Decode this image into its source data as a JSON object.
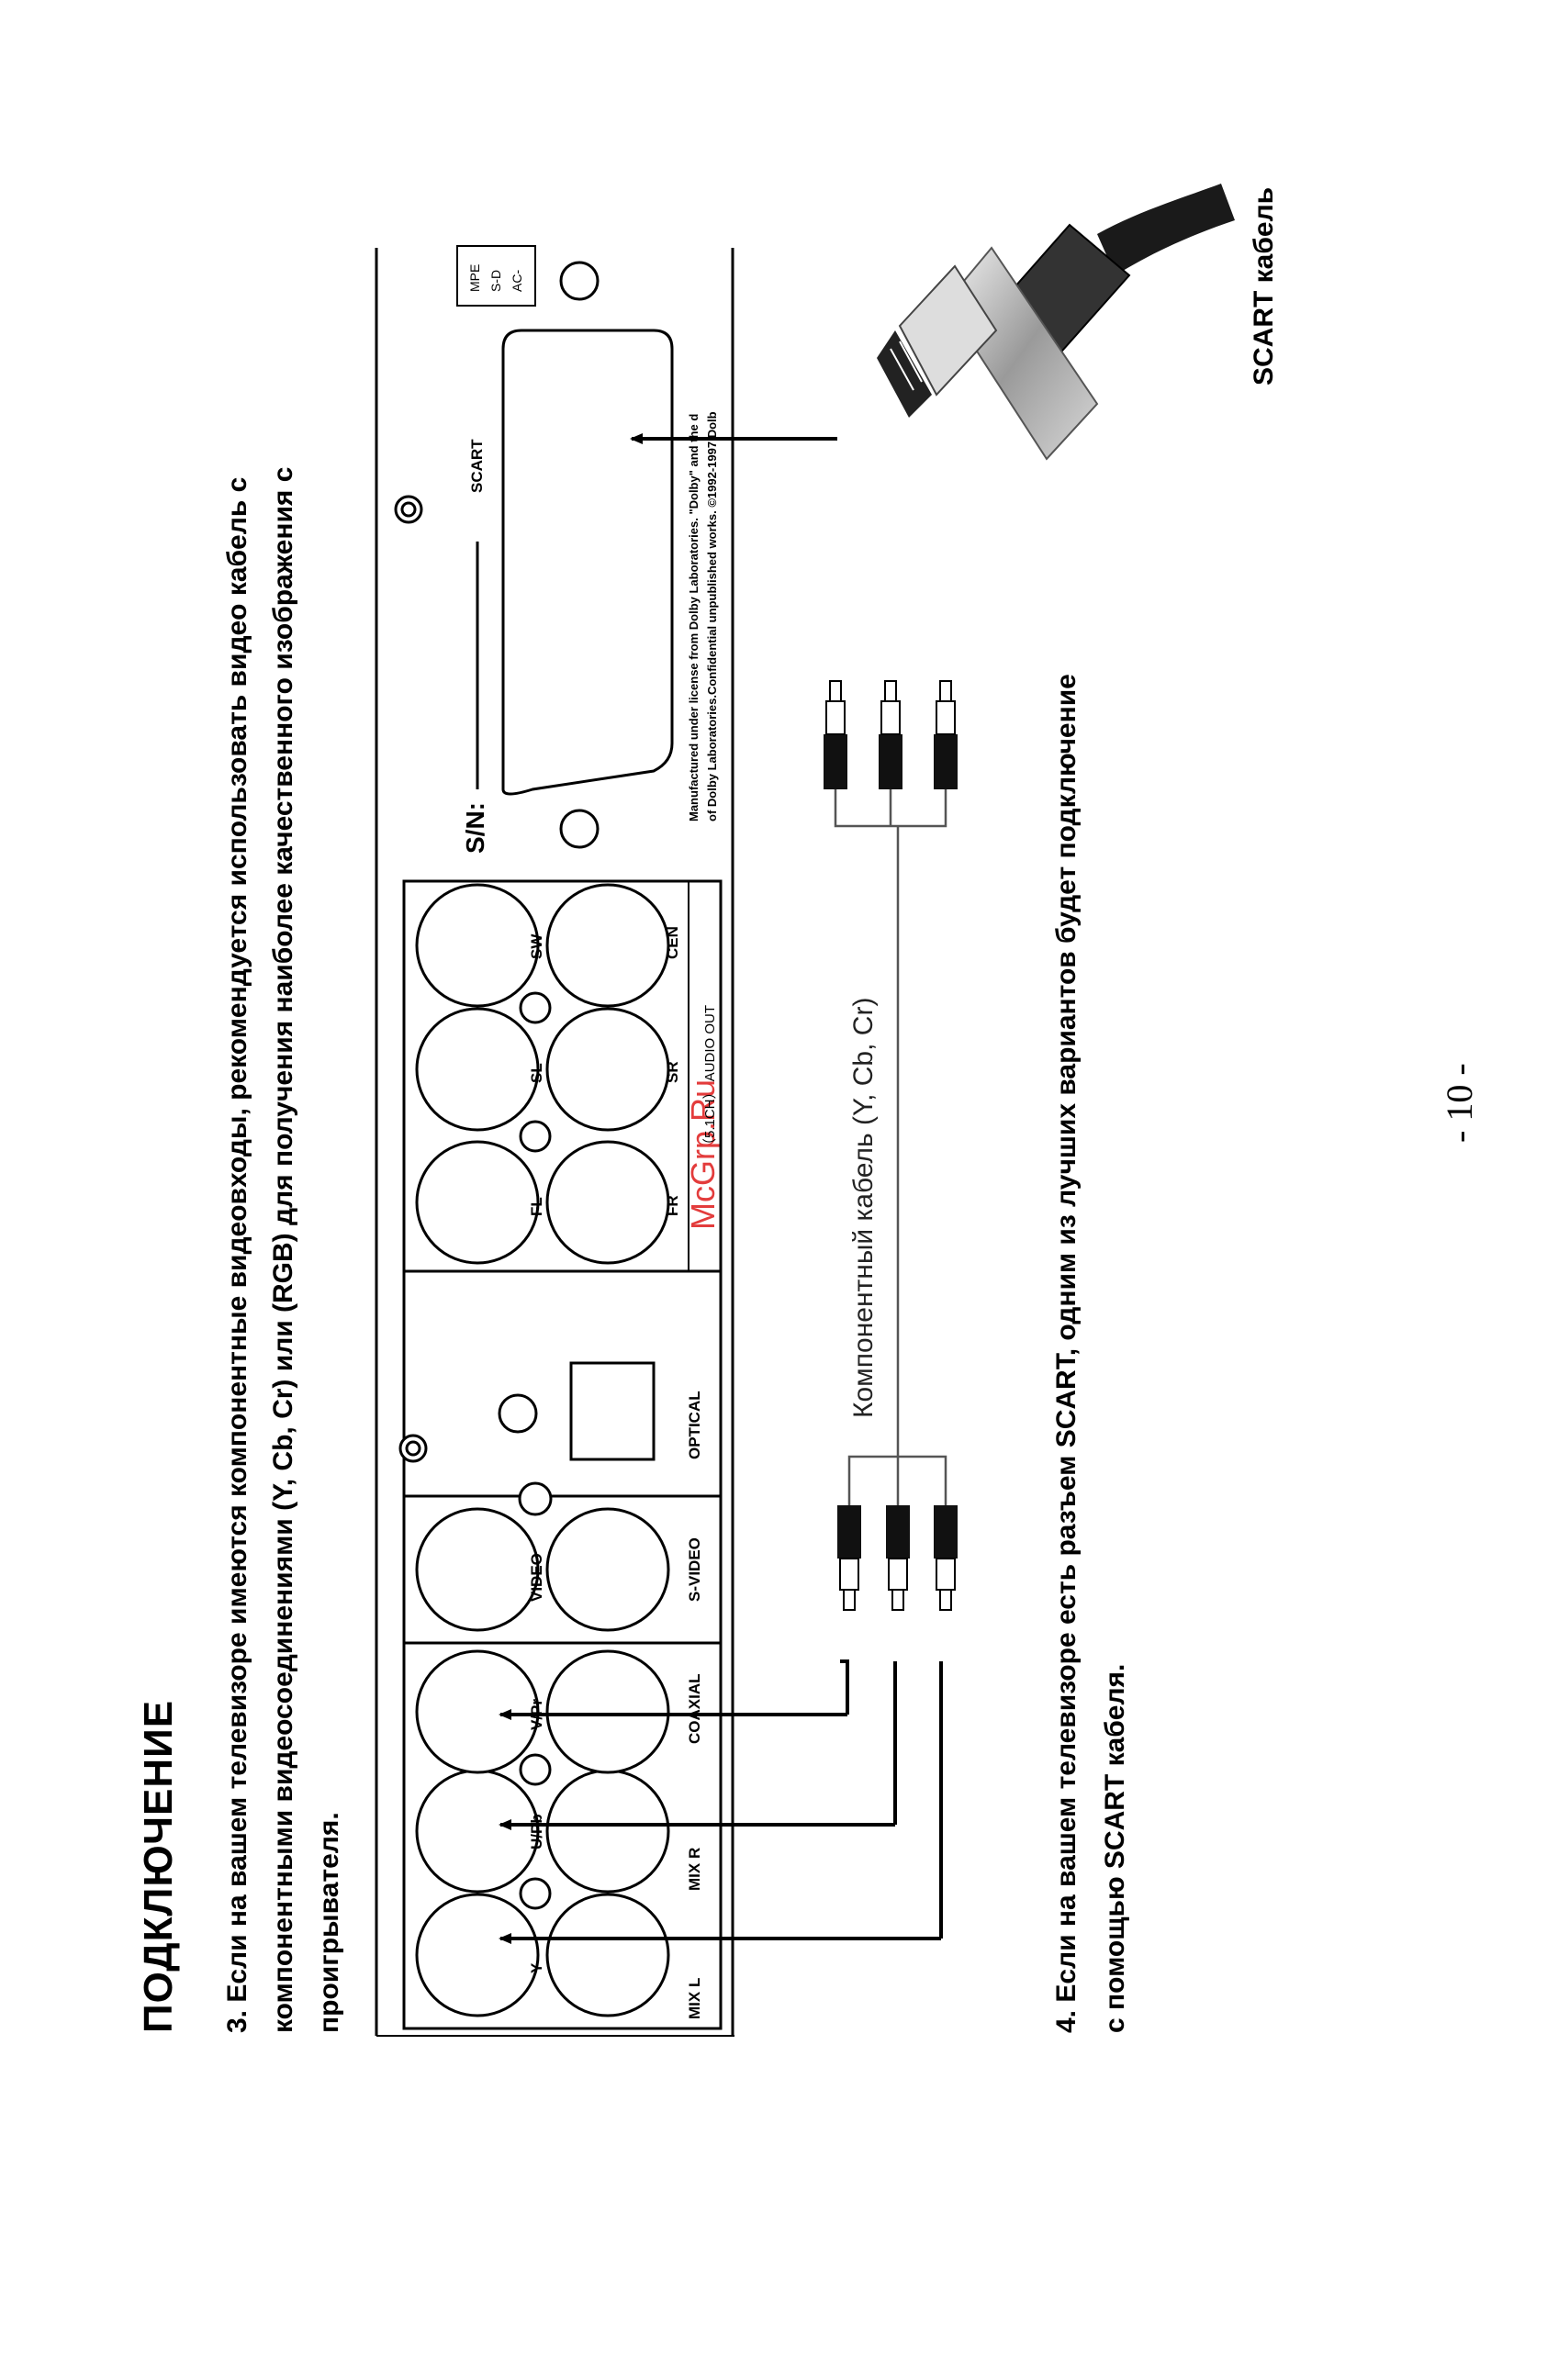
{
  "section_title": "ПОДКЛЮЧЕНИЕ",
  "para3": {
    "line1": "3. Если на вашем телевизоре имеются компонентные видеовходы, рекомендуется использовать видео кабель с",
    "line2": "компонентными видеосоединениями (Y, Cb, Cr) или (RGB) для получения наиболее качественного изображения с",
    "line3": "проигрывателя."
  },
  "para4": {
    "line1": "4. Если на вашем телевизоре есть разъем SCART, одним из лучших вариантов будет подключение",
    "line2": "с помощью SCART кабеля."
  },
  "captions": {
    "scart_cable": "SCART кабель",
    "component_cable": "Компонентный кабель (Y, Cb, Cr)"
  },
  "panel": {
    "labels": {
      "mix_l": "MIX L",
      "mix_r": "MIX R",
      "coaxial": "COAXIAL",
      "s_video": "S-VIDEO",
      "optical": "OPTICAL",
      "y": "Y",
      "u_pb": "U/Pb",
      "v_pr": "V/Pr",
      "video": "VIDEO",
      "fl": "FL",
      "sl": "SL",
      "sw": "SW",
      "fr": "FR",
      "sr": "SR",
      "cen": "CEN",
      "audio_out": "（5.1CH） AUDIO OUT",
      "sn": "S/N:",
      "scart": "SCART",
      "license1": "Manufactured under license from Dolby Laboratories. \"Dolby\" and the d",
      "license2": "of Dolby Laboratories.Confidential unpublished works. ©1992-1997 Dolb",
      "mpe": "MPE",
      "sd": "S-D",
      "ac": "AC-"
    }
  },
  "watermark": "McGrp.Ru",
  "page_number": "- 10 -"
}
